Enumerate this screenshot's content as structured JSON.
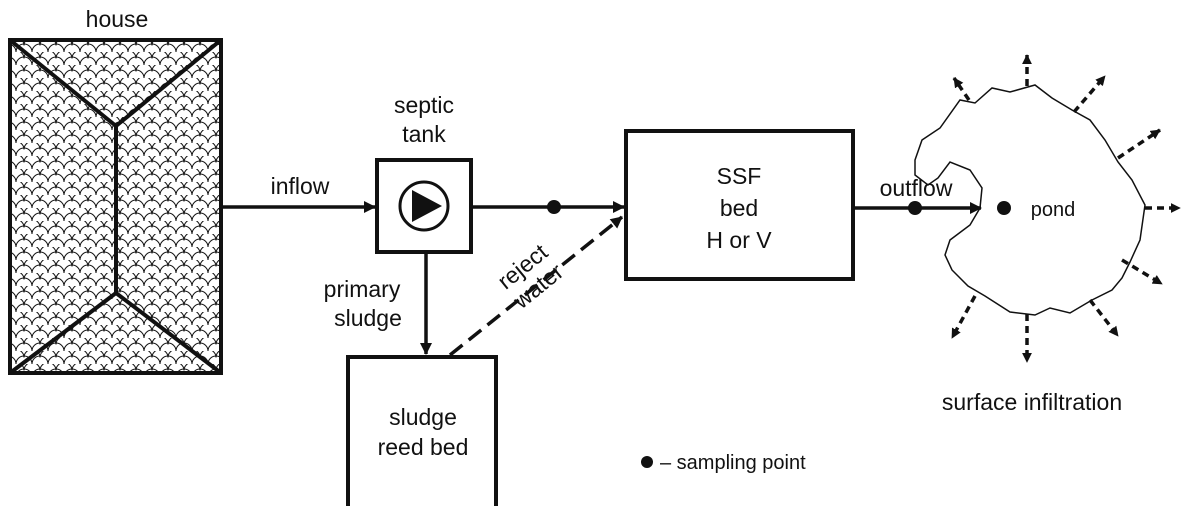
{
  "colors": {
    "stroke": "#111111",
    "background": "#ffffff",
    "house_fill": "#ffffff"
  },
  "house": {
    "label": "house"
  },
  "septic_tank": {
    "line1": "septic",
    "line2": "tank",
    "icon": "pump-icon"
  },
  "flows": {
    "inflow": "inflow",
    "primary_sludge_1": "primary",
    "primary_sludge_2": "sludge",
    "reject_water_1": "reject",
    "reject_water_2": "water",
    "outflow": "outflow"
  },
  "ssf_bed": {
    "line1": "SSF",
    "line2": "bed",
    "line3": "H or V"
  },
  "sludge_reed_bed": {
    "line1": "sludge",
    "line2": "reed bed"
  },
  "pond": {
    "label": "pond"
  },
  "surface_infiltration": {
    "label": "surface infiltration"
  },
  "legend": {
    "marker": "●",
    "text": "– sampling point"
  }
}
